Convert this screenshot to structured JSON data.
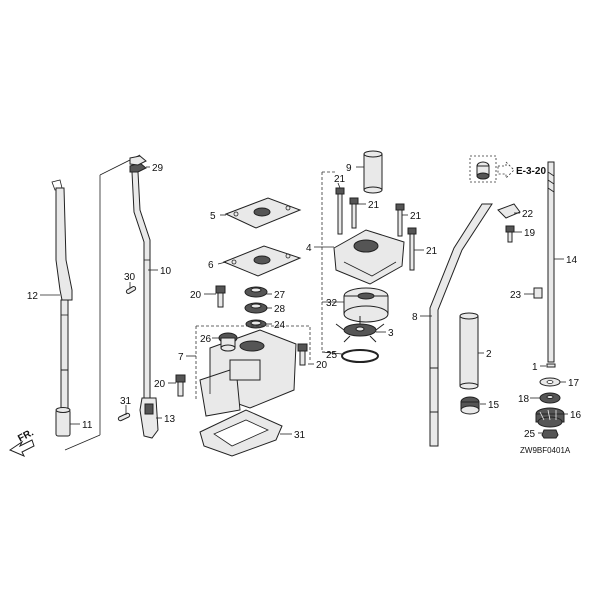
{
  "diagram": {
    "callouts": [
      {
        "id": "c1",
        "text": "1"
      },
      {
        "id": "c2",
        "text": "2"
      },
      {
        "id": "c3",
        "text": "3"
      },
      {
        "id": "c4",
        "text": "4"
      },
      {
        "id": "c5",
        "text": "5"
      },
      {
        "id": "c6",
        "text": "6"
      },
      {
        "id": "c7",
        "text": "7"
      },
      {
        "id": "c8",
        "text": "8"
      },
      {
        "id": "c9",
        "text": "9"
      },
      {
        "id": "c10",
        "text": "10"
      },
      {
        "id": "c11",
        "text": "11"
      },
      {
        "id": "c12",
        "text": "12"
      },
      {
        "id": "c13",
        "text": "13"
      },
      {
        "id": "c14",
        "text": "14"
      },
      {
        "id": "c15",
        "text": "15"
      },
      {
        "id": "c16",
        "text": "16"
      },
      {
        "id": "c17",
        "text": "17"
      },
      {
        "id": "c18",
        "text": "18"
      },
      {
        "id": "c19",
        "text": "19"
      },
      {
        "id": "c20a",
        "text": "20"
      },
      {
        "id": "c20b",
        "text": "20"
      },
      {
        "id": "c20c",
        "text": "20"
      },
      {
        "id": "c21a",
        "text": "21"
      },
      {
        "id": "c21b",
        "text": "21"
      },
      {
        "id": "c21c",
        "text": "21"
      },
      {
        "id": "c21d",
        "text": "21"
      },
      {
        "id": "c22",
        "text": "22"
      },
      {
        "id": "c23",
        "text": "23"
      },
      {
        "id": "c24",
        "text": "24"
      },
      {
        "id": "c25a",
        "text": "25"
      },
      {
        "id": "c25b",
        "text": "25"
      },
      {
        "id": "c26",
        "text": "26"
      },
      {
        "id": "c27",
        "text": "27"
      },
      {
        "id": "c28",
        "text": "28"
      },
      {
        "id": "c29",
        "text": "29"
      },
      {
        "id": "c30",
        "text": "30"
      },
      {
        "id": "c31a",
        "text": "31"
      },
      {
        "id": "c31b",
        "text": "31"
      },
      {
        "id": "c32",
        "text": "32"
      }
    ],
    "reference_label": "E-3-20",
    "front_label": "FR.",
    "diagram_code": "ZW9BF0401A"
  }
}
